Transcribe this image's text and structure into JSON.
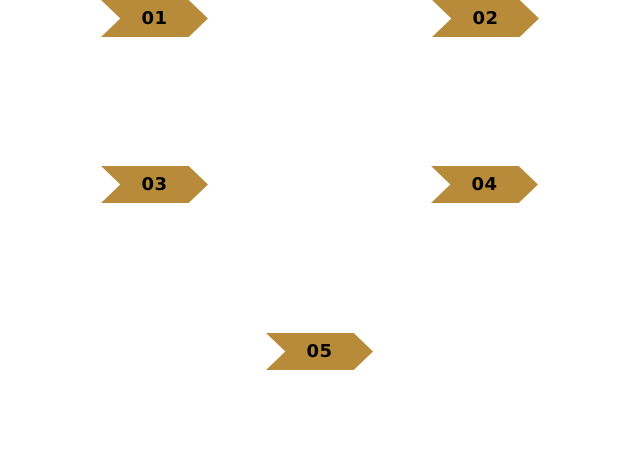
{
  "colors": {
    "chevron_fill": "#b88b3b",
    "label_text": "#000000",
    "background": "#ffffff"
  },
  "steps": [
    {
      "label": "01"
    },
    {
      "label": "02"
    },
    {
      "label": "03"
    },
    {
      "label": "04"
    },
    {
      "label": "05"
    }
  ]
}
